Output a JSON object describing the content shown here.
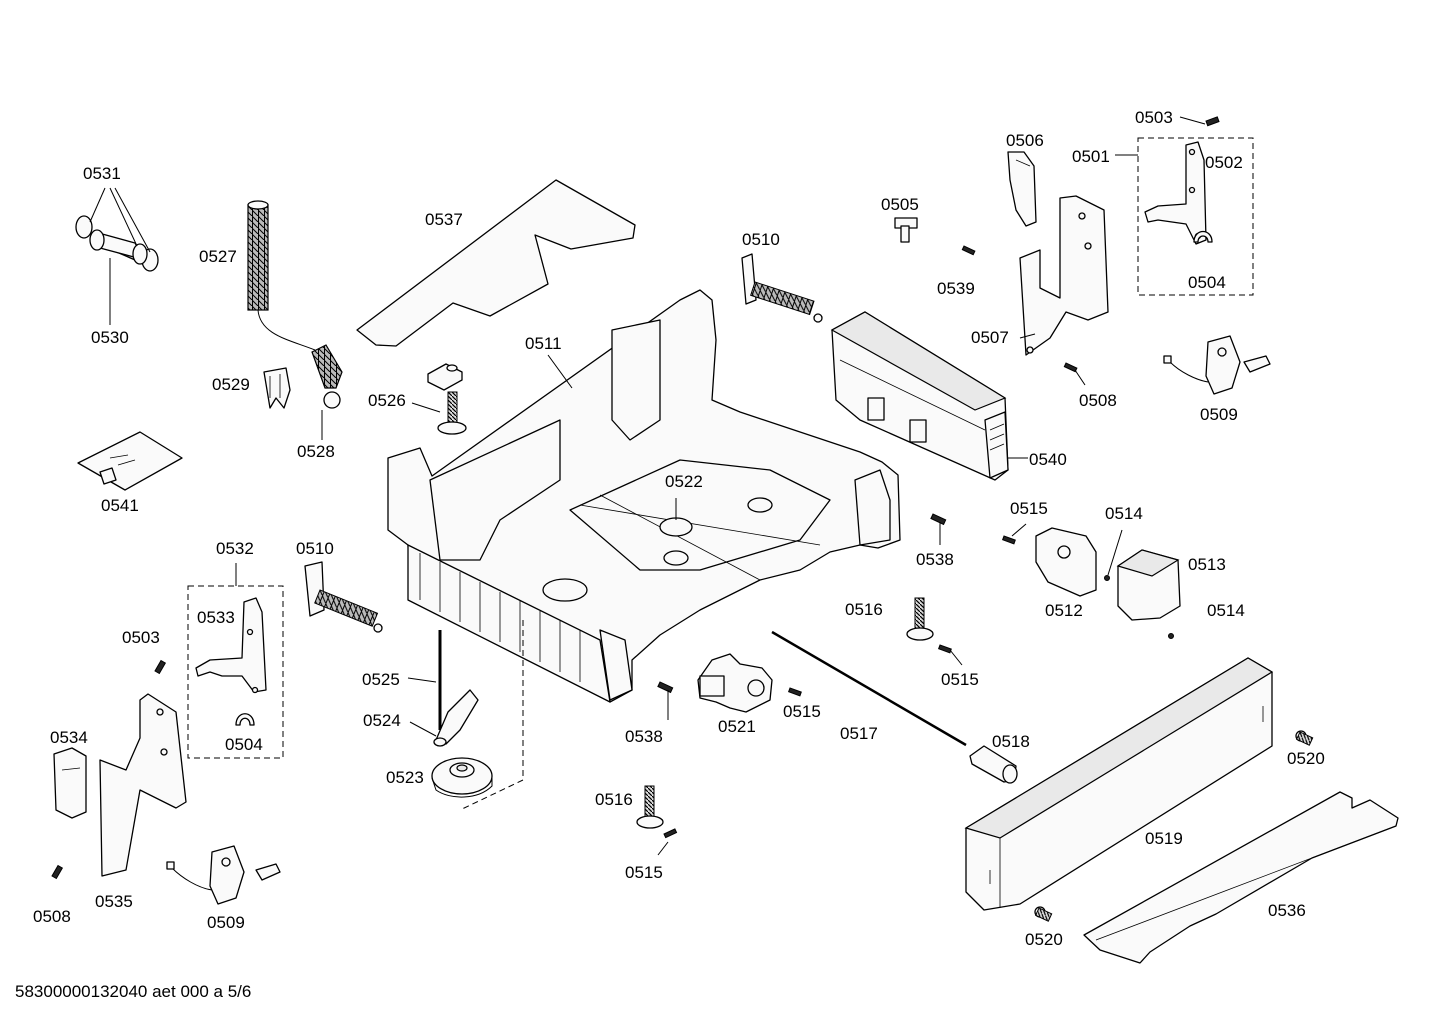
{
  "labels": {
    "p0501": "0501",
    "p0502": "0502",
    "p0503a": "0503",
    "p0503b": "0503",
    "p0504a": "0504",
    "p0504b": "0504",
    "p0505": "0505",
    "p0506": "0506",
    "p0507": "0507",
    "p0508a": "0508",
    "p0508b": "0508",
    "p0509a": "0509",
    "p0509b": "0509",
    "p0510a": "0510",
    "p0510b": "0510",
    "p0511": "0511",
    "p0512": "0512",
    "p0513": "0513",
    "p0514a": "0514",
    "p0514b": "0514",
    "p0515a": "0515",
    "p0515b": "0515",
    "p0515c": "0515",
    "p0515d": "0515",
    "p0516a": "0516",
    "p0516b": "0516",
    "p0517": "0517",
    "p0518": "0518",
    "p0519": "0519",
    "p0520a": "0520",
    "p0520b": "0520",
    "p0521": "0521",
    "p0522": "0522",
    "p0523": "0523",
    "p0524": "0524",
    "p0525": "0525",
    "p0526": "0526",
    "p0527": "0527",
    "p0528": "0528",
    "p0529": "0529",
    "p0530": "0530",
    "p0531": "0531",
    "p0532": "0532",
    "p0533": "0533",
    "p0534": "0534",
    "p0535": "0535",
    "p0536": "0536",
    "p0537": "0537",
    "p0538a": "0538",
    "p0538b": "0538",
    "p0539": "0539",
    "p0540": "0540",
    "p0541": "0541"
  },
  "footer": "58300000132040 aet 000 a 5/6"
}
